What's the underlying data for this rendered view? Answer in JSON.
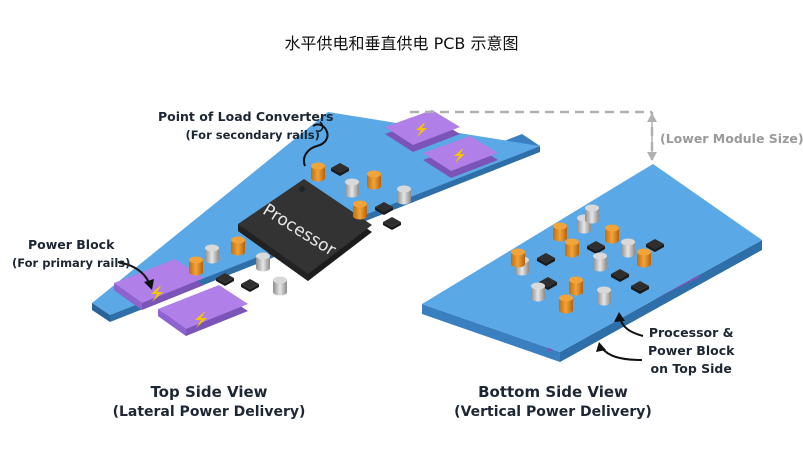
{
  "title": "水平供电和垂直供电 PCB 示意图",
  "top_view": {
    "caption_main": "Top Side View",
    "caption_sub": "(Lateral Power Delivery)",
    "processor_label": "Processor",
    "pol_label": "Point of Load Converters",
    "pol_sub": "(For secondary rails)",
    "power_block_label": "Power Block",
    "power_block_sub": "(For primary rails)"
  },
  "bottom_view": {
    "caption_main": "Bottom Side View",
    "caption_sub": "(Vertical Power Delivery)",
    "lower_module_label": "(Lower Module Size)",
    "note_line1": "Processor &",
    "note_line2": "Power Block",
    "note_line3": "on Top Side"
  },
  "colors": {
    "board_top": "#5aa8e6",
    "board_side": "#3a7fc0",
    "power_block": "#b07fe8",
    "processor": "#2c2c2c",
    "inductor": "#e08a1a",
    "capacitor": "#b8b8b8"
  }
}
